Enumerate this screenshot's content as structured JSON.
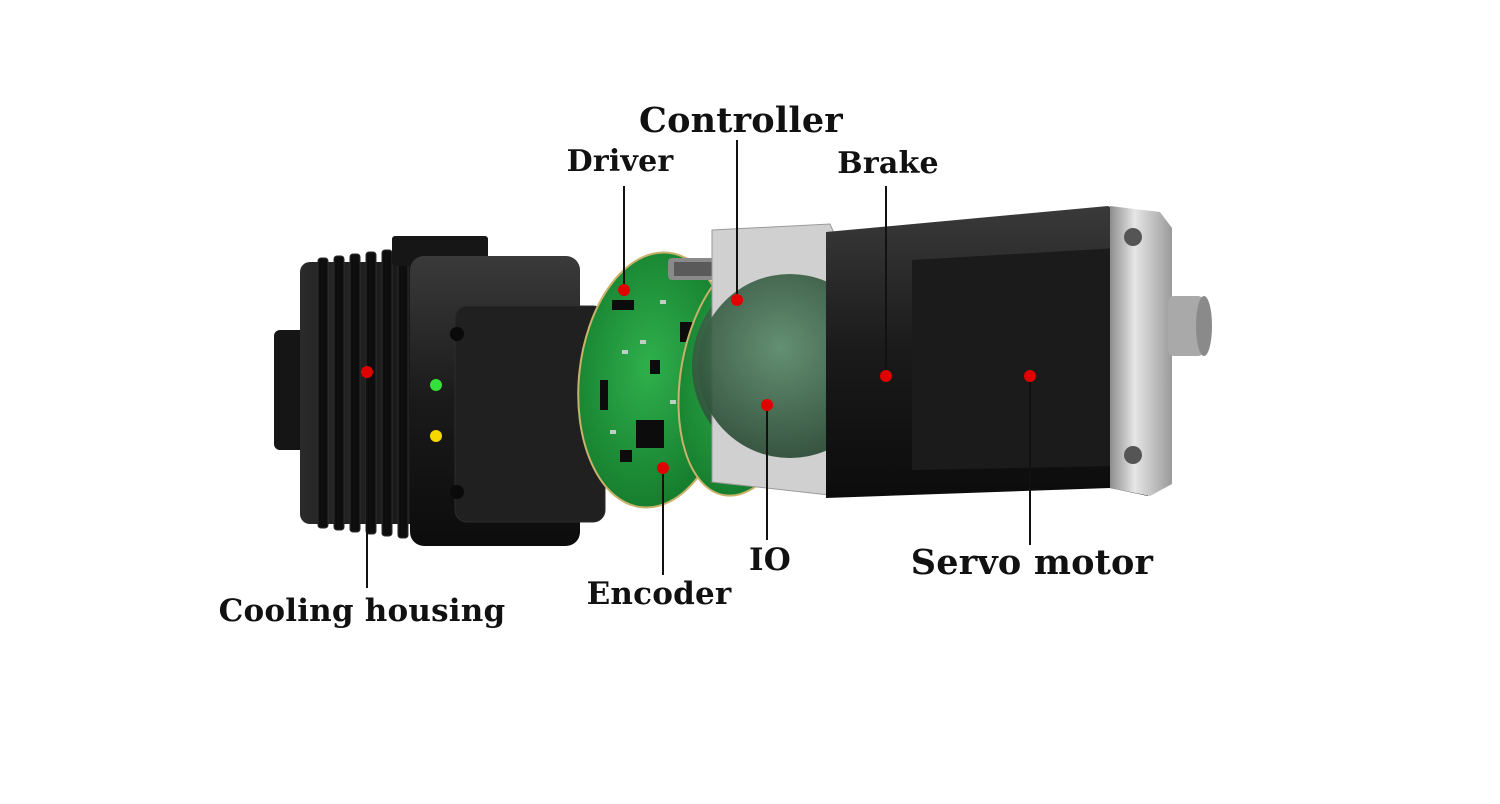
{
  "labels": {
    "controller": "Controller",
    "driver": "Driver",
    "brake": "Brake",
    "io": "IO",
    "servo_motor": "Servo motor",
    "encoder": "Encoder",
    "cooling_housing": "Cooling housing"
  },
  "colors": {
    "marker": "#e00000",
    "pcb_green": "#1f9a3c",
    "housing": "#1c1c1c",
    "flange": "#c9c9c9",
    "led_green": "#34e03a",
    "led_yellow": "#f4d800"
  }
}
